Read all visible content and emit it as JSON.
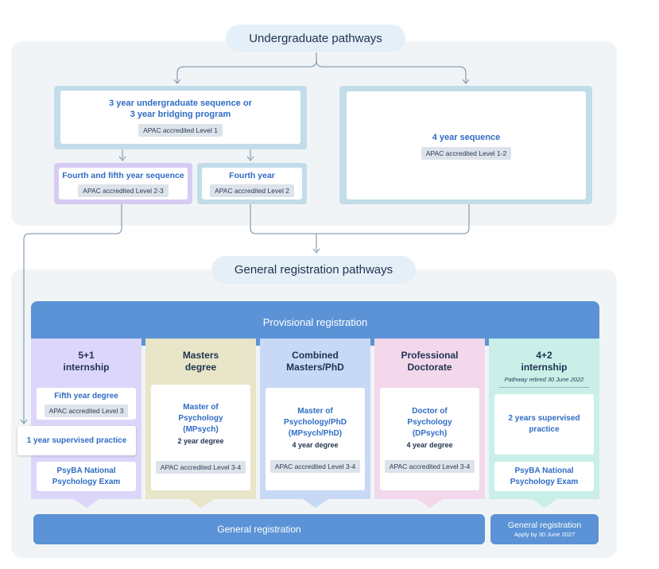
{
  "top_pill": "Undergraduate pathways",
  "undergrad": {
    "seq3": {
      "title": "3 year undergraduate sequence or\n3 year bridging program",
      "badge": "APAC accredited Level 1"
    },
    "seq4": {
      "title": "4 year sequence",
      "badge": "APAC accredited Level 1-2"
    },
    "fourth_fifth": {
      "title": "Fourth and fifth year sequence",
      "badge": "APAC accredited Level 2-3"
    },
    "fourth": {
      "title": "Fourth year",
      "badge": "APAC accredited Level 2"
    }
  },
  "mid_pill": "General registration pathways",
  "provisional": "Provisional registration",
  "columns": {
    "c51": {
      "heading": "5+1\ninternship",
      "fifth_year": "Fifth year degree",
      "fifth_badge": "APAC accredited Level 3",
      "practice": "1 year supervised practice",
      "exam": "PsyBA National\nPsychology Exam"
    },
    "masters": {
      "heading": "Masters\ndegree",
      "title": "Master of\nPsychology\n(MPsych)",
      "sub": "2 year degree",
      "badge": "APAC accredited Level 3-4"
    },
    "combined": {
      "heading": "Combined\nMasters/PhD",
      "title": "Master of\nPsychology/PhD\n(MPsych/PhD)",
      "sub": "4 year degree",
      "badge": "APAC accredited Level 3-4"
    },
    "doctorate": {
      "heading": "Professional\nDoctorate",
      "title": "Doctor of\nPsychology\n(DPsych)",
      "sub": "4 year degree",
      "badge": "APAC accredited Level 3-4"
    },
    "c42": {
      "heading": "4+2\ninternship",
      "retired": "Pathway retired 30 June 2022",
      "practice": "2 years supervised\npractice",
      "exam": "PsyBA National\nPsychology Exam"
    }
  },
  "general_registration": "General registration",
  "general_registration_right": {
    "title": "General registration",
    "sub": "Apply by 30 June 2027"
  },
  "colors": {
    "provisional_banner": "#5b93d6",
    "general_bar": "#5b93d6",
    "col_51": "#ddd6fb",
    "col_masters": "#e8e5c8",
    "col_combined": "#c8d9f5",
    "col_doctorate": "#f3d8ec",
    "col_42": "#c9efe8"
  }
}
